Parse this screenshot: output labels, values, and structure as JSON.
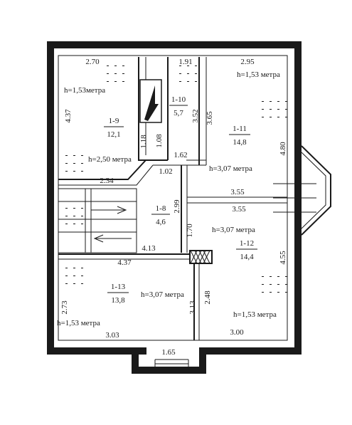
{
  "rooms": [
    {
      "id": "1-9",
      "area": "12,1"
    },
    {
      "id": "1-10",
      "area": "5,7"
    },
    {
      "id": "1-11",
      "area": "14,8"
    },
    {
      "id": "1-8",
      "area": "4,6"
    },
    {
      "id": "1-12",
      "area": "14,4"
    },
    {
      "id": "1-13",
      "area": "13,8"
    }
  ],
  "heights": [
    "h=1,53метра",
    "h=1,53 метра",
    "h=2,50 метра",
    "h=3,07 метра",
    "h=3,07 метра",
    "h=3,07 метра",
    "h=1,53 метра",
    "h=1,53 метра"
  ],
  "dimensions": [
    "2.70",
    "1.91",
    "2.95",
    "4.37",
    "3.52",
    "3.65",
    "1.18",
    "1.08",
    "1.62",
    "4.80",
    "1.02",
    "2.34",
    "3.55",
    "2.99",
    "3.55",
    "1.70",
    "4.13",
    "4.37",
    "4.55",
    "2.73",
    "3.13",
    "2.48",
    "3.03",
    "3.00",
    "1.65"
  ]
}
